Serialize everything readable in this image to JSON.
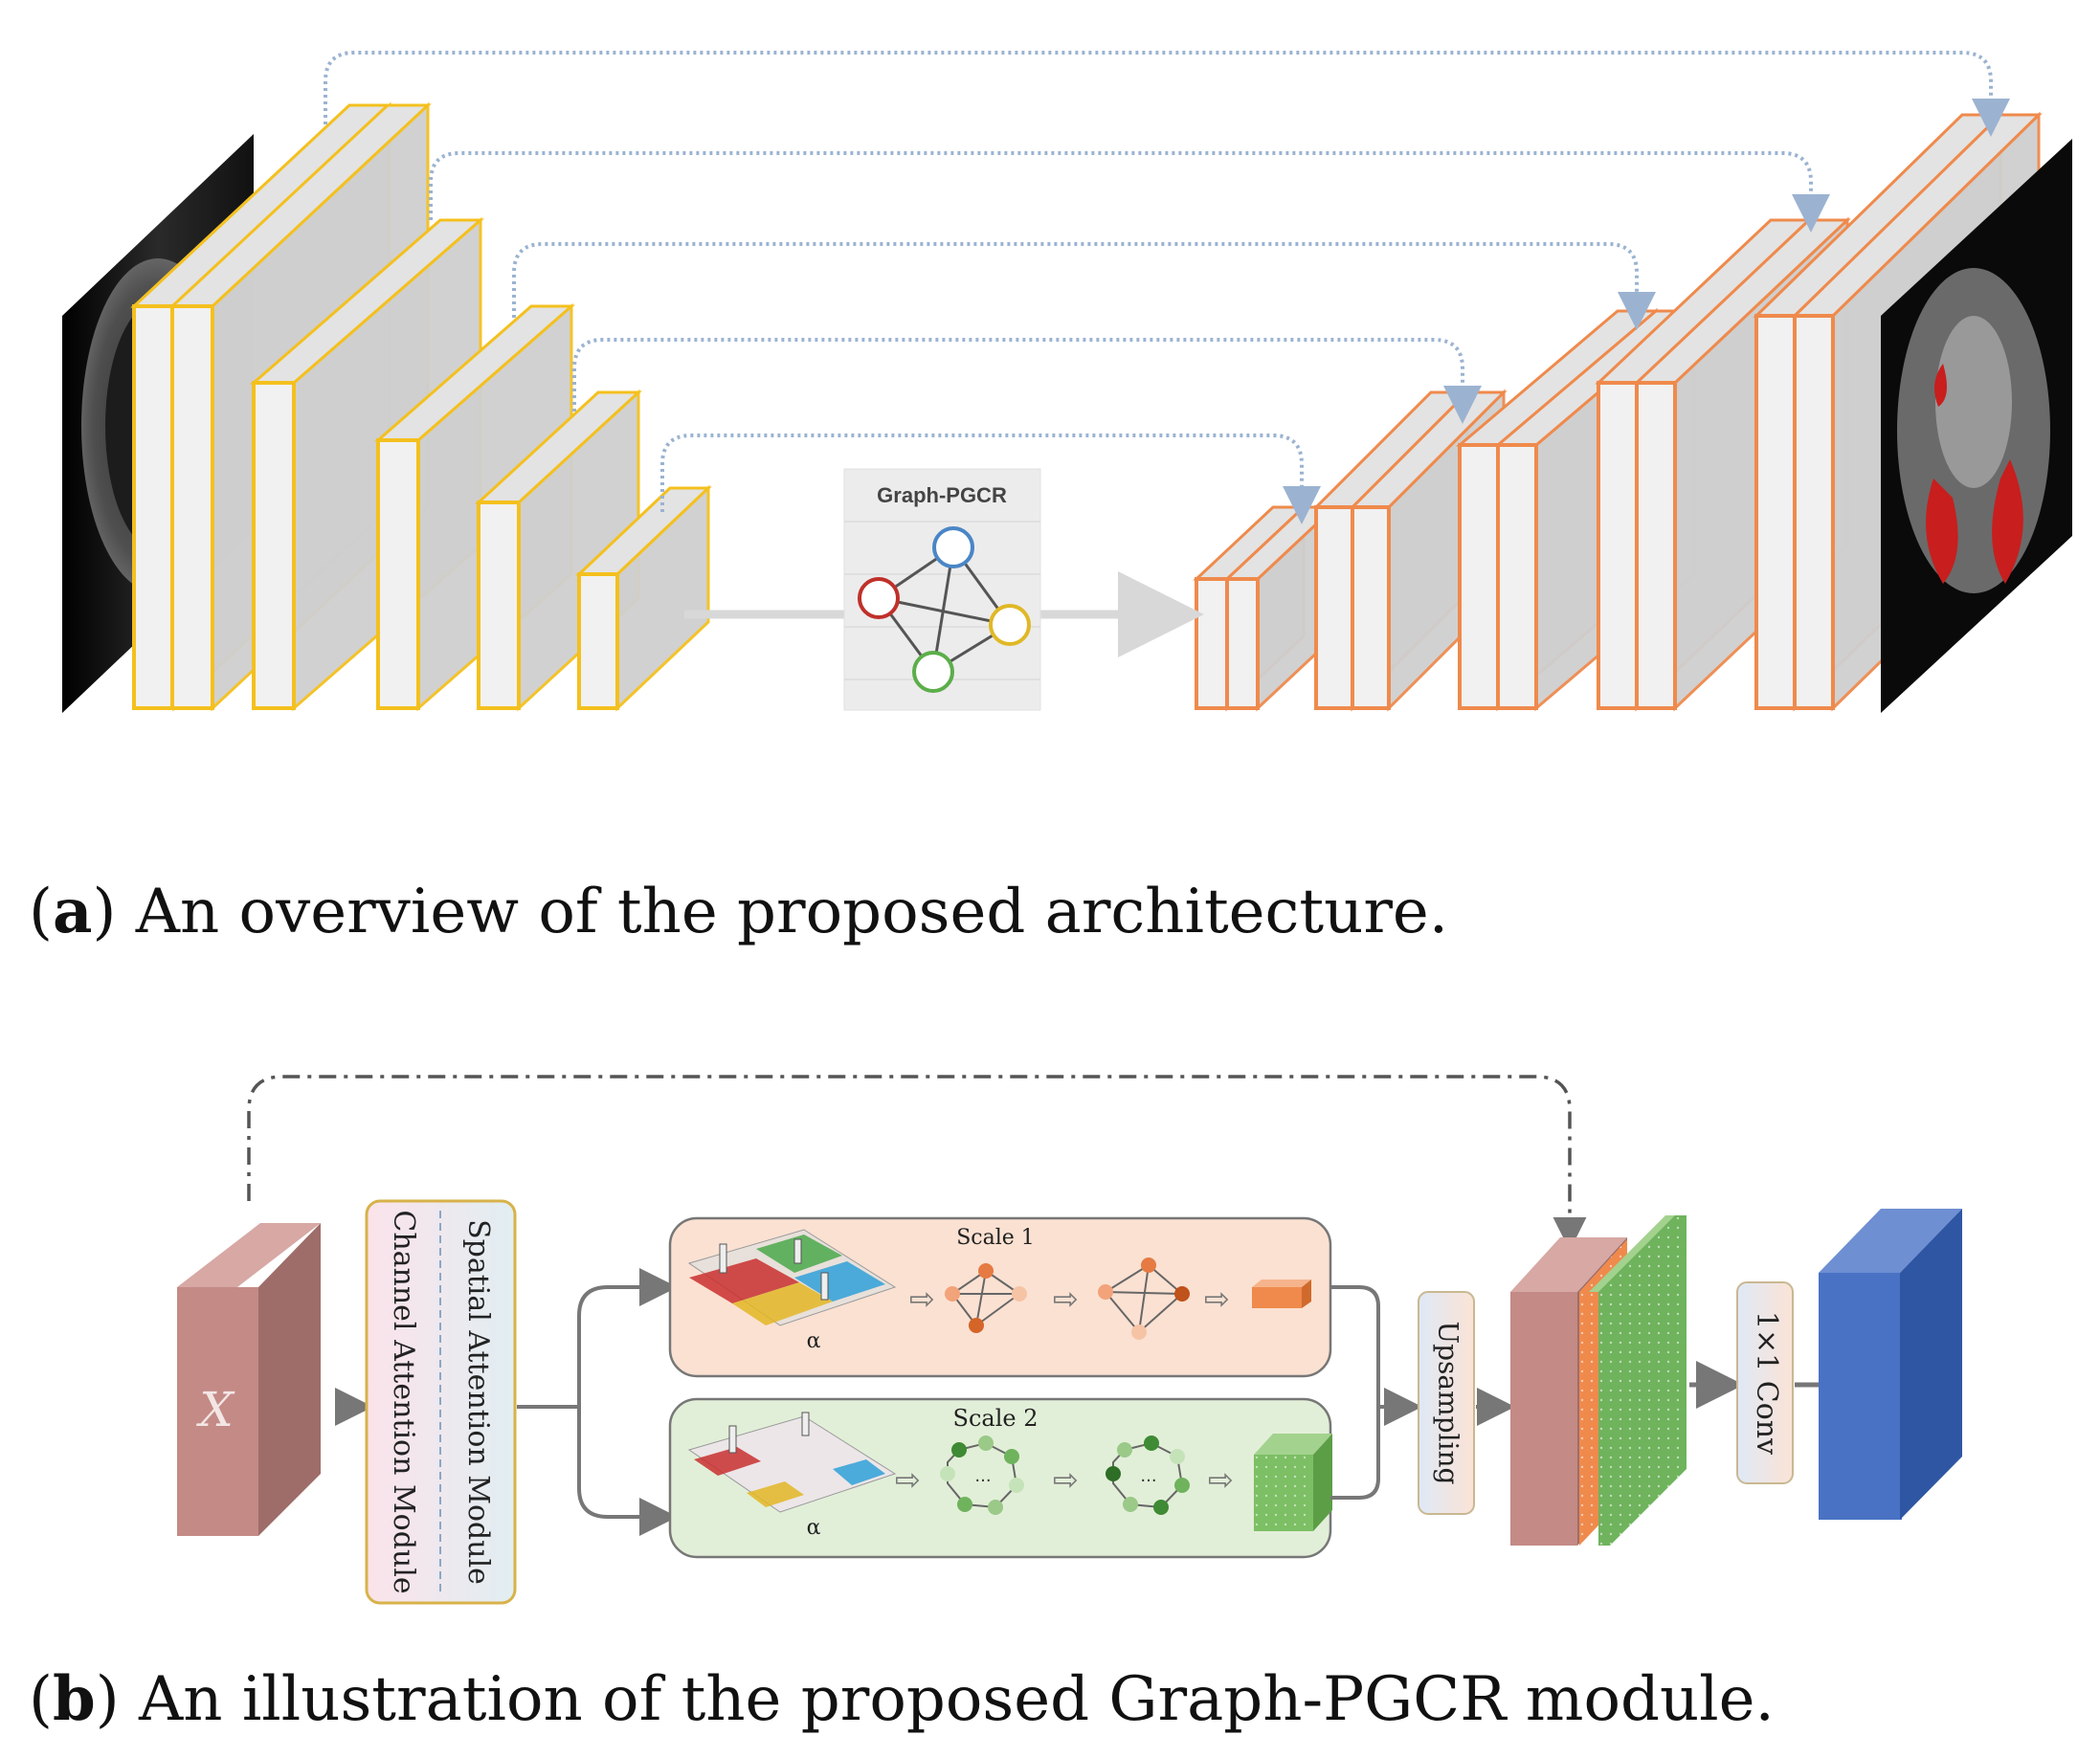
{
  "panel_a": {
    "module_label": "Graph-PGCR",
    "caption_letter": "a",
    "caption_text": "An overview of the proposed architecture."
  },
  "panel_b": {
    "input_label": "X",
    "spatial_attention": "Spatial Attention Module",
    "channel_attention": "Channel Attention Module",
    "scale1_label": "Scale 1",
    "scale2_label": "Scale 2",
    "alpha_symbol": "α",
    "ellipsis": "...",
    "upsampling_label": "Upsampling",
    "conv_label": "1×1 Conv",
    "caption_letter": "b",
    "caption_text": "An illustration of the proposed Graph-PGCR module."
  },
  "colors": {
    "encoder_border": "#f4c01e",
    "decoder_border": "#ef8a4c",
    "skip_arrow": "#9bb3d1",
    "node_red": "#c0302a",
    "node_blue": "#4a86c6",
    "node_yellow": "#e0b826",
    "node_green": "#5cae4a",
    "input_block": "#c48a86",
    "output_block": "#4a72c4",
    "scale1_bg": "#fbe1d2",
    "scale2_bg": "#e2efd8"
  }
}
